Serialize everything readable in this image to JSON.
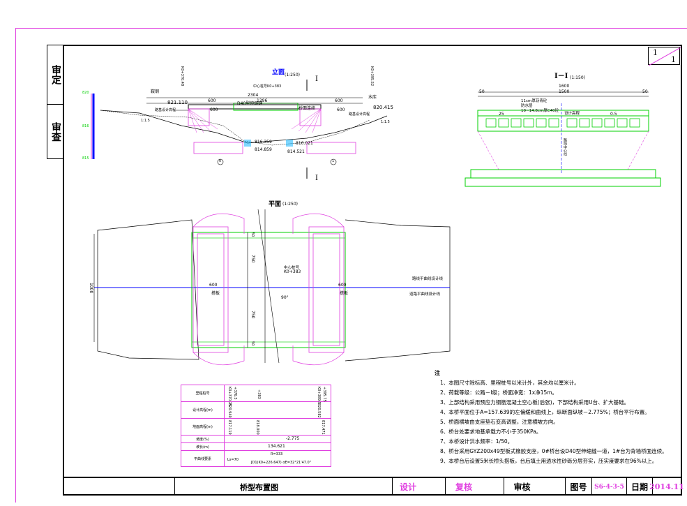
{
  "sheet": {
    "numerator": "1",
    "denominator": "1"
  },
  "side_strip": {
    "approve": "审定",
    "review": "审查"
  },
  "elevation": {
    "title": "立面",
    "scale": "(1:250)",
    "section_mark": "I",
    "total_span": "2304",
    "center_span": "1296",
    "side_span": "600",
    "center_stake": "中心桩号K0+383",
    "left_elev": "821.110",
    "right_elev": "820.415",
    "left_stake": "K0+370.48",
    "right_stake": "K0+395.52",
    "left_dir": "鞍钢",
    "right_dir": "水库",
    "joint": "D40型伸缩缝",
    "deck_label": "桥面连续",
    "grade_label": "路基设计高程",
    "slope": "1:1.5",
    "elev1": "816.359",
    "elev2": "814.859",
    "elev3": "816.021",
    "elev4": "814.521",
    "pier0": "0",
    "pier1": "1",
    "ruler_top": "820",
    "ruler_mid": "816",
    "ruler_bot": "815"
  },
  "section": {
    "title": "I－I",
    "scale": "(1:150)",
    "total": "1600",
    "deck": "1500",
    "curb": "50",
    "pave1": "11cm厚沥青砼",
    "pave2": "防水层",
    "pave3": "10~14.8cm厚C40砼",
    "label_design": "设计高程",
    "slope": "0.5",
    "dim25": "25",
    "side_note": "路线中心线"
  },
  "plan": {
    "title": "平面",
    "scale": "(1:250)",
    "width": "1000",
    "w750": "750",
    "w50": "50",
    "span": "600",
    "center": "中心桩号",
    "center_stake": "K0+383",
    "angle": "90°",
    "road_center": "路线平曲线设计线",
    "road_design": "道路平曲线设计线",
    "board": "搭板"
  },
  "profile_table": {
    "rows": [
      "里程桩号",
      "设计高程(m)",
      "地面高程(m)",
      "坡度(%)",
      "坡长(m)",
      "平曲线要素"
    ],
    "stake1": "K0+370.25",
    "stake1b": "+376.5",
    "stake2": "+383",
    "stake3": "K0+389.5",
    "stake3b": "+395.75",
    "design1": "820.940",
    "design2": "820.582",
    "ground1": "817.119",
    "ground2": "818.000",
    "ground3": "817.471",
    "grade": "-2.775",
    "length": "134.621",
    "curve1": "R=333",
    "curve2": "Ls=70",
    "curve3": "JD1(K0+226.647)  αE=32°21'47.0\""
  },
  "notes": {
    "heading": "注",
    "items": [
      "1、本图尺寸除标高、里程桩号以米计外，其余均以厘米计。",
      "2、荷载等级：公路－Ⅰ级；桥面净宽：1x净15m。",
      "3、上部结构采用预应力钢筋混凝土空心板(后张)，下部结构采用U台、扩大基础。",
      "4、本桥平面位于A=157.639的左偏缓和曲线上，纵断面纵坡－2.775%；桥台平行布置。",
      "5、桥面横坡由支座垫石变高调整，注意横坡方向。",
      "6、桥台处要求地基承载力不小于350KPa。",
      "7、本桥设计洪水频率：1/50。",
      "8、桥台采用GYZ200x49型板式橡胶支座，0#桥台设D40型伸缩缝一道，1#台为背墙桥面连续。",
      "9、本桥台后设置5米长桥头搭板，台后填土用透水性砂砾分层夯实，压实度要求在96%以上。"
    ]
  },
  "title_block": {
    "drawing_name": "桥型布置图",
    "design": "设计",
    "check": "复核",
    "audit": "审核",
    "drawing_no_label": "图号",
    "drawing_no": "S6-4-3-5",
    "date_label": "日期",
    "date": "2014.11"
  },
  "colors": {
    "magenta": "#e040e0",
    "green": "#00d000",
    "blue": "#0000ff",
    "cyan": "#00b0ff"
  }
}
